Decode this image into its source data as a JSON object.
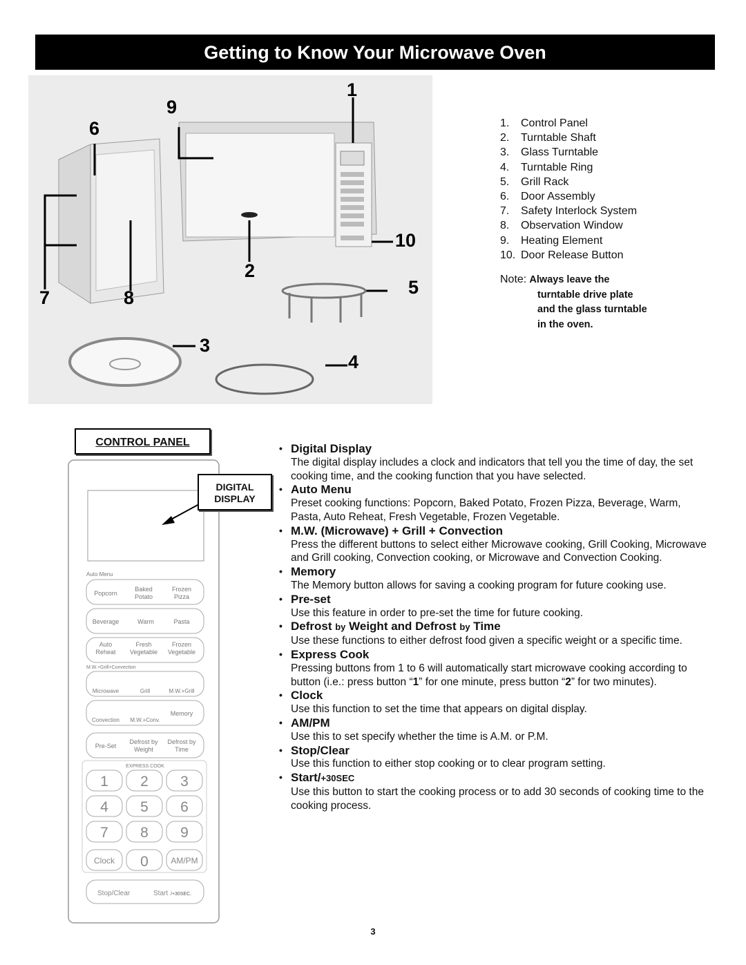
{
  "header": {
    "title": "Getting to Know Your Microwave Oven"
  },
  "diagram": {
    "callouts": [
      "1",
      "2",
      "3",
      "4",
      "5",
      "6",
      "7",
      "8",
      "9",
      "10"
    ]
  },
  "parts": [
    {
      "num": "1.",
      "label": "Control Panel"
    },
    {
      "num": "2.",
      "label": "Turntable Shaft"
    },
    {
      "num": "3.",
      "label": "Glass Turntable"
    },
    {
      "num": "4.",
      "label": "Turntable Ring"
    },
    {
      "num": "5.",
      "label": "Grill Rack"
    },
    {
      "num": "6.",
      "label": "Door Assembly"
    },
    {
      "num": "7.",
      "label": "Safety Interlock System"
    },
    {
      "num": "8.",
      "label": "Observation Window"
    },
    {
      "num": "9.",
      "label": "Heating Element"
    },
    {
      "num": "10.",
      "label": "Door Release Button"
    }
  ],
  "note": {
    "label": "Note:",
    "lines": [
      "Always leave the",
      "turntable drive plate",
      "and the glass turntable",
      "in the oven."
    ]
  },
  "control_panel": {
    "heading": "CONTROL PANEL",
    "digital_display_label_1": "DIGITAL",
    "digital_display_label_2": "DISPLAY",
    "panel": {
      "auto_menu_label": "Auto Menu",
      "mw_label": "M.W.+Grill+Convection",
      "express_label": "EXPRESS COOK",
      "row1": [
        "Popcorn",
        "Baked\nPotato",
        "Frozen\nPizza"
      ],
      "row2": [
        "Beverage",
        "Warm",
        "Pasta"
      ],
      "row3": [
        "Auto\nReheat",
        "Fresh\nVegetable",
        "Frozen\nVegetable"
      ],
      "row4": [
        "Microwave",
        "Grill",
        "M.W.+Grill"
      ],
      "row5": [
        "Convection",
        "M.W.+Conv.",
        "Memory"
      ],
      "row6": [
        "Pre-Set",
        "Defrost by\nWeight",
        "Defrost by\nTime"
      ],
      "keys": [
        "1",
        "2",
        "3",
        "4",
        "5",
        "6",
        "7",
        "8",
        "9"
      ],
      "clock": "Clock",
      "zero": "0",
      "ampm": "AM/PM",
      "stop": "Stop/Clear",
      "start": "Start",
      "start_suffix": "/+30SEC."
    }
  },
  "functions": [
    {
      "head": "Digital Display",
      "body": "The digital display includes a clock and indicators that tell you the time of day, the set cooking time, and the cooking function that you have selected."
    },
    {
      "head": "Auto Menu",
      "body": "Preset cooking functions: Popcorn, Baked Potato, Frozen Pizza, Beverage, Warm, Pasta, Auto Reheat, Fresh Vegetable, Frozen Vegetable."
    },
    {
      "head": "M.W. (Microwave) + Grill + Convection",
      "body": "Press the different buttons to select either Microwave cooking, Grill Cooking, Microwave and Grill cooking, Convection cooking, or Microwave and Convection Cooking."
    },
    {
      "head": "Memory",
      "body": "The Memory button allows for saving a cooking program for future cooking use."
    },
    {
      "head": "Pre-set",
      "body": "Use this feature in order to pre-set the time for future cooking."
    },
    {
      "head_a": "Defrost ",
      "head_b": "by",
      "head_c": " Weight and Defrost ",
      "head_d": "by",
      "head_e": " Time",
      "body": "Use these functions to either defrost food given a specific weight or a specific time."
    },
    {
      "head": "Express Cook",
      "body_a": "Pressing buttons from 1 to 6 will automatically start microwave cooking according to button (i.e.: press button “",
      "body_b": "1",
      "body_c": "” for one minute, press button “",
      "body_d": "2",
      "body_e": "” for two minutes)."
    },
    {
      "head": "Clock",
      "body": "Use this function to set the time that appears on digital display."
    },
    {
      "head": "AM/PM",
      "body": "Use this to set specify whether the time is A.M. or P.M."
    },
    {
      "head": "Stop/Clear",
      "body": "Use this function to either stop cooking or to clear program setting."
    },
    {
      "head_a": "Start/",
      "head_b": "+30SEC",
      "body": "Use this button to start the cooking process or to add 30 seconds of cooking time to the cooking process."
    }
  ],
  "page_number": "3"
}
